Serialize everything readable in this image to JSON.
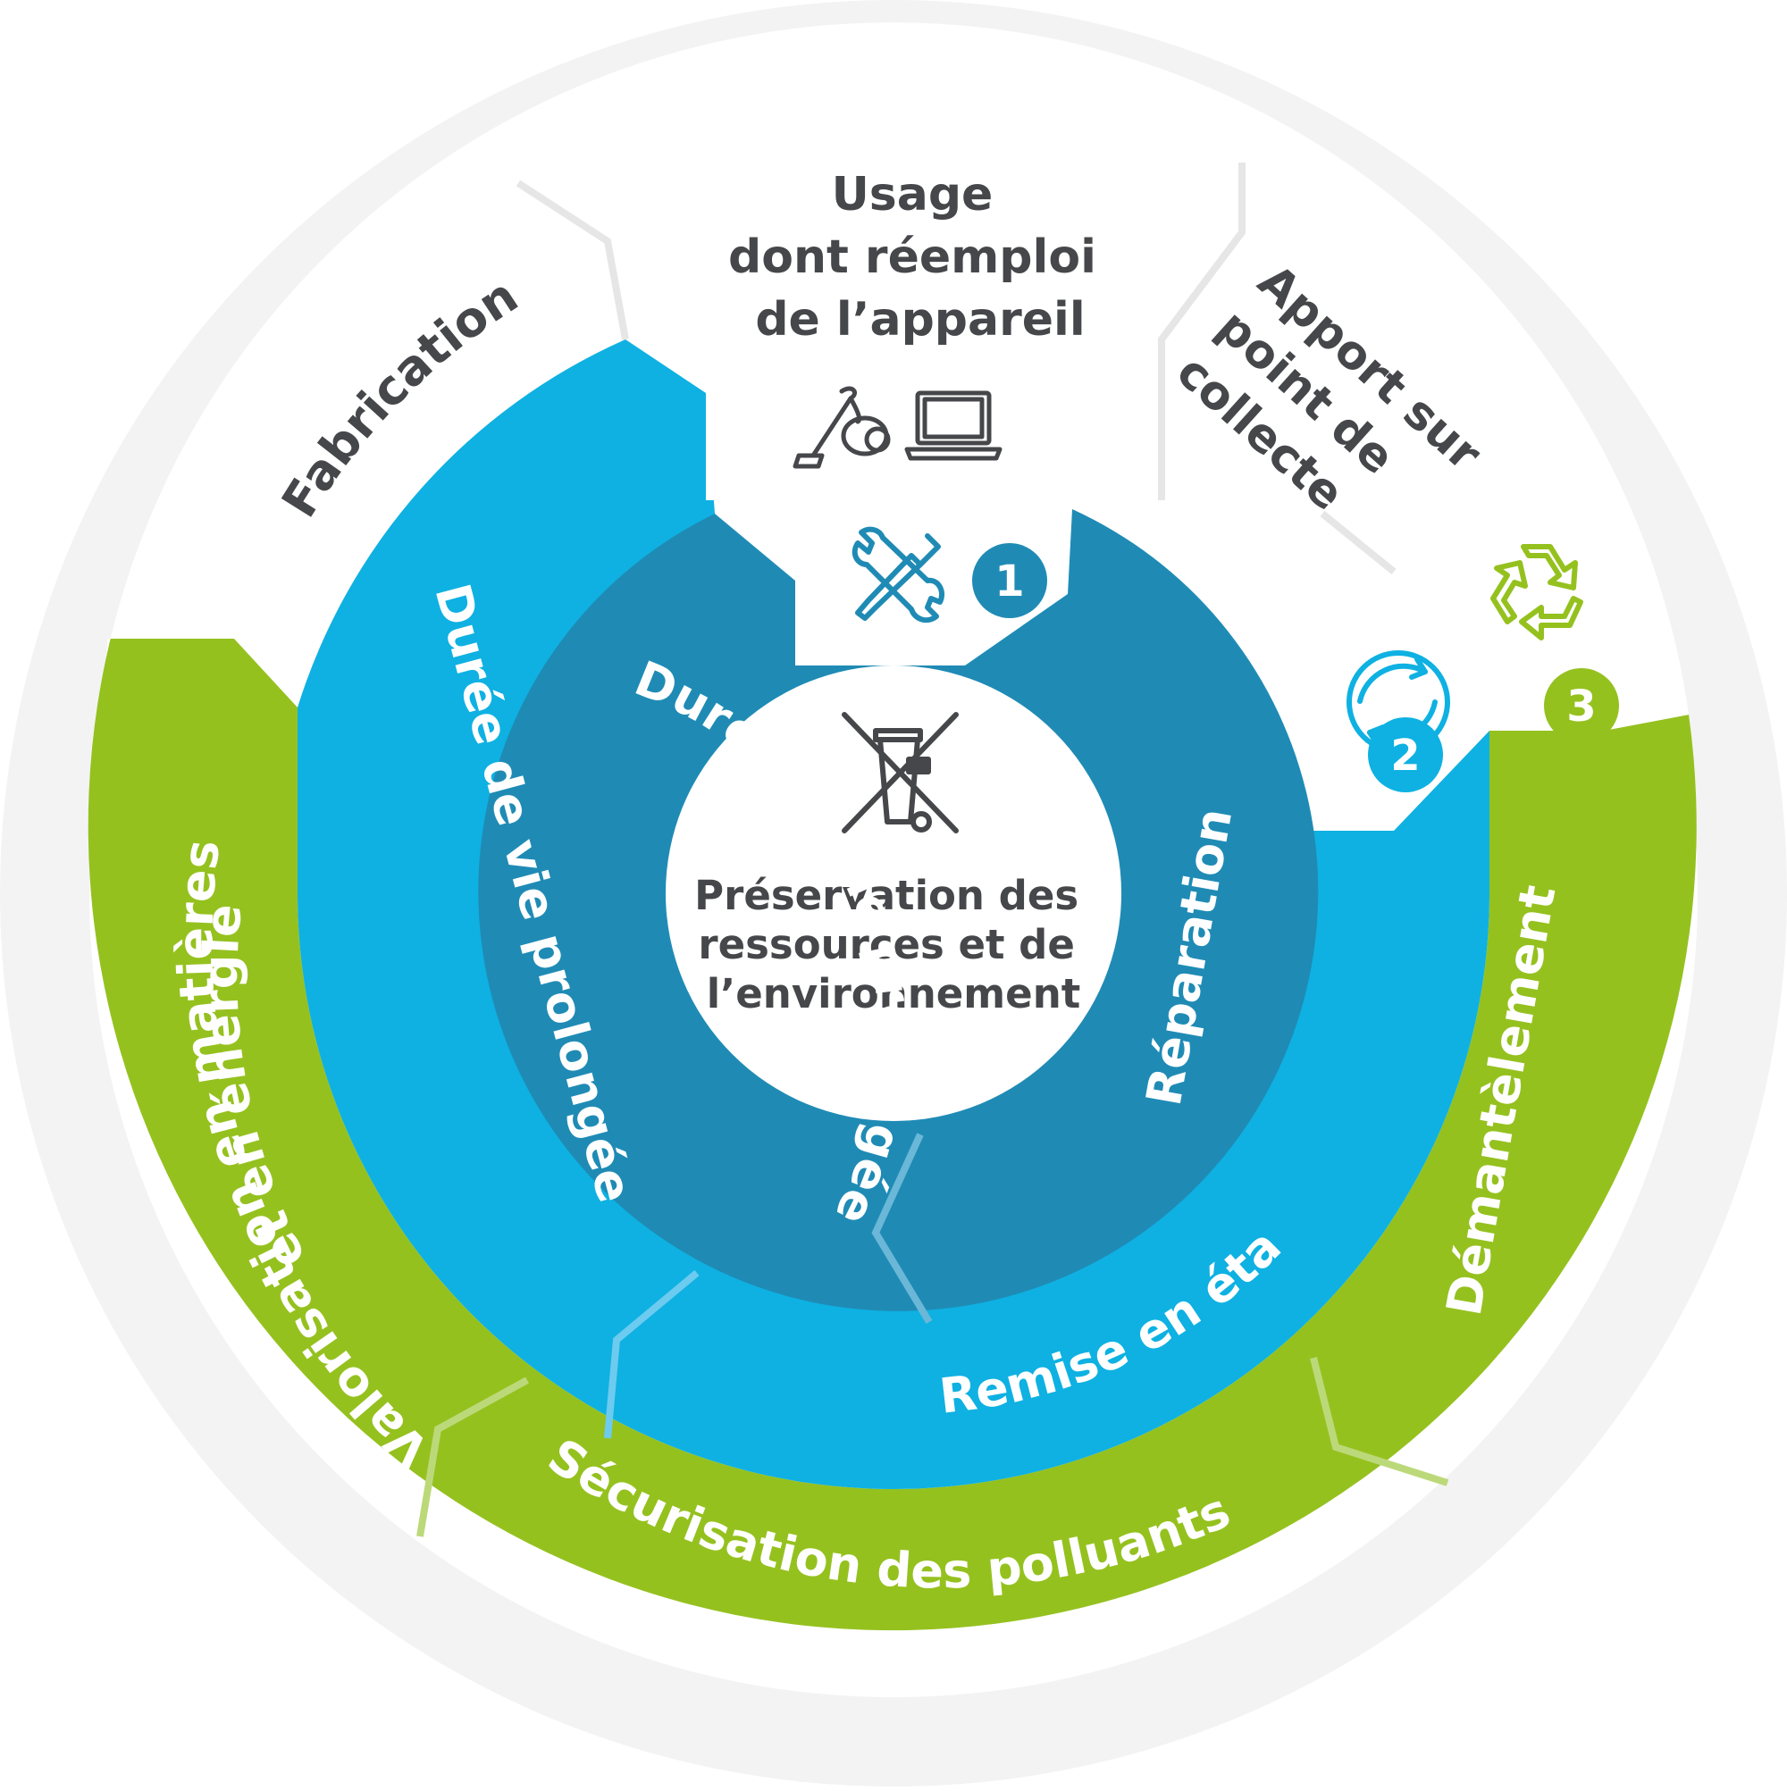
{
  "center": {
    "lines": [
      "Préservation des",
      "ressources et de",
      "l’environnement"
    ],
    "icon": "crossed-out-wheelie-bin-icon"
  },
  "stages": {
    "fabrication": "Fabrication",
    "usage": [
      "Usage",
      "dont réemploi",
      "de l’appareil"
    ],
    "apport": [
      "Apport sur",
      "point de",
      "collecte"
    ],
    "duree_outer": "Durée de vie prolongée",
    "duree_inner": "Durée de vie prolongée",
    "reparation": "Réparation",
    "remise": "Remise en état",
    "demantelement": "Démantèlement",
    "securisation": "Sécurisation des polluants",
    "valorisation": [
      "Valorisation en matières",
      "et en énergie"
    ]
  },
  "badges": [
    "1",
    "2",
    "3"
  ],
  "icons": {
    "usage": [
      "vacuum-cleaner-icon",
      "laptop-icon"
    ],
    "repair": "wrench-screwdriver-icon",
    "badge2": "refresh-cycle-icon",
    "badge3": "recycle-icon"
  },
  "colors": {
    "green": "#95c11f",
    "blue_light": "#0eb1e2",
    "blue_dark": "#1f8bb5",
    "outer_ring": "#eeeeee",
    "white": "#ffffff",
    "text_dark": "#46474a"
  }
}
